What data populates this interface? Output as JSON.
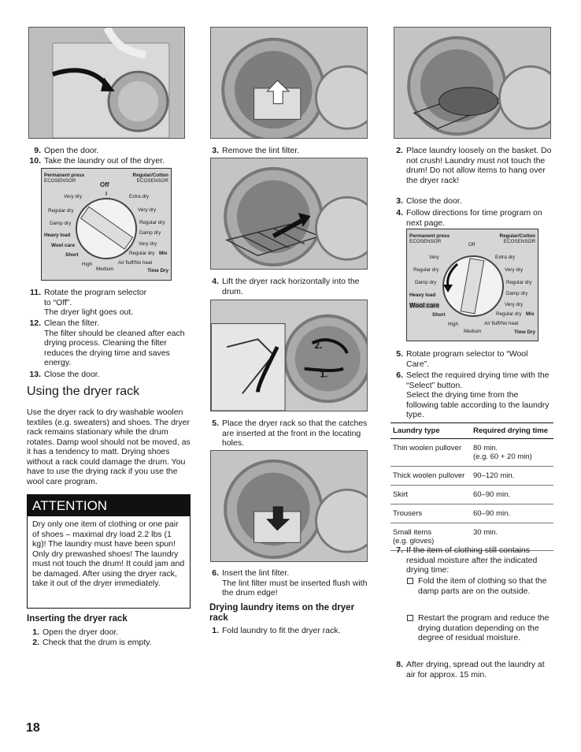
{
  "left": {
    "step9": {
      "num": "9.",
      "text": "Open the door."
    },
    "step10": {
      "num": "10.",
      "text": "Take the laundry out of the dryer."
    },
    "dial": {
      "permanent_press": "Permanent press",
      "eco_left": "ECOSENSOR",
      "regular_cotton": "Regular/Cotton",
      "eco_right": "ECOSENSOR",
      "off": "Off",
      "very_dry_l": "Very dry",
      "regular_dry_l": "Regular dry",
      "damp_dry_l": "Damp dry",
      "heavy_load": "Heavy load",
      "wool_care": "Wool care",
      "short": "Short",
      "high": "High",
      "medium": "Medium",
      "extra_dry": "Extra dry",
      "very_dry_r": "Very dry",
      "regular_dry_r": "Regular dry",
      "damp_dry_r": "Damp dry",
      "very_dry_r2": "Very dry",
      "regular_dry_mix": "Regular dry",
      "mix": "Mix",
      "air_fluff": "Air fluff/No heat",
      "time_dry": "Time Dry"
    },
    "step11": {
      "num": "11.",
      "line1": "Rotate the program selector",
      "line2": "to “Off”.",
      "line3": "The dryer light goes out."
    },
    "step12": {
      "num": "12.",
      "line1": "Clean the filter.",
      "line2": "The filter should be cleaned after each drying process. Cleaning the filter reduces the drying time and saves energy."
    },
    "step13": {
      "num": "13.",
      "text": "Close the door."
    },
    "heading": "Using the dryer rack",
    "intro": "Use the dryer rack to dry washable woolen textiles (e.g. sweaters) and shoes. The dryer rack remains stationary while the drum rotates. Damp wool should not be moved, as it has a tendency to matt. Drying shoes without a rack could damage the drum. You have to use the drying rack if you use the wool care program.",
    "attention": {
      "title": "ATTENTION",
      "body": "Dry only one item of clothing or one pair of shoes – maximal dry load 2.2 lbs (1 kg)! The laundry must have been spun! Only dry prewashed shoes! The laundry must not touch the drum! It could jam and be damaged. After using the dryer rack, take it out of the dryer immediately."
    },
    "subheading": "Inserting the dryer rack",
    "ins1": {
      "num": "1.",
      "text": "Open the dryer door."
    },
    "ins2": {
      "num": "2.",
      "text": "Check that the drum is empty."
    }
  },
  "middle": {
    "step3": {
      "num": "3.",
      "text": "Remove the lint filter."
    },
    "step4": {
      "num": "4.",
      "text": "Lift the dryer rack horizontally into the drum."
    },
    "step5": {
      "num": "5.",
      "text": "Place the dryer rack so that the catches are inserted at the front in the locating holes."
    },
    "step6": {
      "num": "6.",
      "line1": "Insert the lint filter.",
      "line2": "The lint filter must be inserted flush with the drum edge!"
    },
    "subheading": "Drying laundry items on the dryer rack",
    "fold1": {
      "num": "1.",
      "text": "Fold laundry to fit the dryer rack."
    },
    "marker1": "1.",
    "marker2": "2."
  },
  "right": {
    "step2": {
      "num": "2.",
      "text": "Place laundry loosely on the basket. Do not crush! Laundry must not touch the drum! Do not allow items to hang over the dryer rack!"
    },
    "step3": {
      "num": "3.",
      "text": "Close the door."
    },
    "step4": {
      "num": "4.",
      "text": "Follow directions for time program on next page."
    },
    "dial": {
      "permanent_press": "Permanent press",
      "eco_left": "ECOSENSOR",
      "regular_cotton": "Regular/Cotton",
      "eco_right": "ECOSENSOR",
      "off": "Off",
      "very_dry_l": "Very",
      "regular_dry_l": "Regular dry",
      "damp_dry_l": "Damp dry",
      "heavy_load": "Heavy load",
      "wool_care": "Wool care",
      "short": "Short",
      "high": "High",
      "medium": "Medium",
      "extra_dry": "Extra dry",
      "very_dry_r": "Very dry",
      "regular_dry_r": "Regular dry",
      "damp_dry_r": "Damp dry",
      "very_dry_r2": "Very dry",
      "regular_dry_mix": "Regular dry",
      "mix": "Mix",
      "air_fluff": "Air fluff/No heat",
      "time_dry": "Time Dry"
    },
    "step5": {
      "num": "5.",
      "text": "Rotate program selector to “Wool Care”."
    },
    "step6": {
      "num": "6.",
      "line1": "Select the required drying time with the “Select” button.",
      "line2": "Select the drying time from the following table according to the laundry type."
    },
    "table": {
      "col1": "Laundry type",
      "col2": "Required drying time",
      "rows": [
        {
          "type": "Thin woolen pullover",
          "time": "80 min.",
          "time2": "(e.g. 60 + 20 min)"
        },
        {
          "type": "Thick woolen pullover",
          "time": "90–120 min.",
          "time2": ""
        },
        {
          "type": "Skirt",
          "time": "60–90 min.",
          "time2": ""
        },
        {
          "type": "Trousers",
          "time": "60–90 min.",
          "time2": ""
        },
        {
          "type": "Small items",
          "type2": "(e.g. gloves)",
          "time": "30 min.",
          "time2": ""
        }
      ]
    },
    "step7": {
      "num": "7.",
      "text": "If the item of clothing still contains residual moisture after the indicated drying time:"
    },
    "opt1": "Fold the item of clothing so that the damp parts are on the outside.",
    "opt2": "Restart the program and reduce the drying duration depending on the degree of residual moisture.",
    "step8": {
      "num": "8.",
      "text": "After drying, spread out the laundry at air for approx. 15 min."
    }
  },
  "page_number": "18"
}
